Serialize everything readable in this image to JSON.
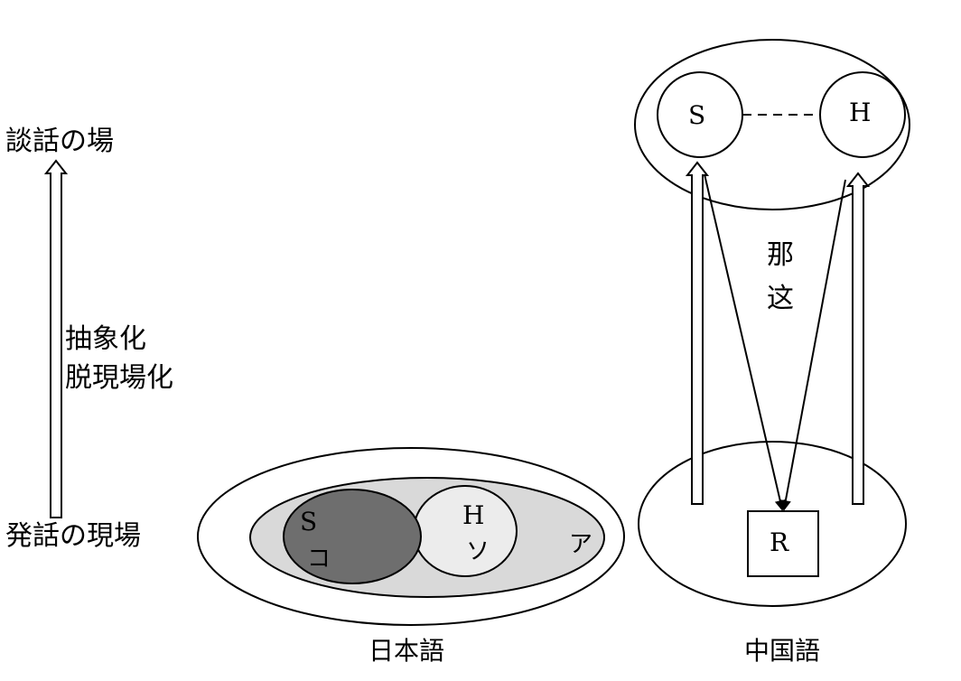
{
  "left_scale": {
    "top_label": "談話の場",
    "bottom_label": "発話の現場",
    "middle_line1": "抽象化",
    "middle_line2": "脱現場化"
  },
  "japanese": {
    "caption": "日本語",
    "speaker_letter": "S",
    "speaker_kana": "コ",
    "hearer_letter": "H",
    "hearer_kana": "ソ",
    "outer_kana": "ア"
  },
  "chinese": {
    "caption": "中国語",
    "speaker_letter": "S",
    "hearer_letter": "H",
    "referent_letter": "R",
    "far_demonstrative": "那",
    "near_demonstrative": "这"
  },
  "colors": {
    "line": "#000000",
    "fill_light": "#d9d9d9",
    "fill_dark": "#6e6e6e",
    "fill_hearer": "#ececec",
    "background": "#ffffff"
  }
}
